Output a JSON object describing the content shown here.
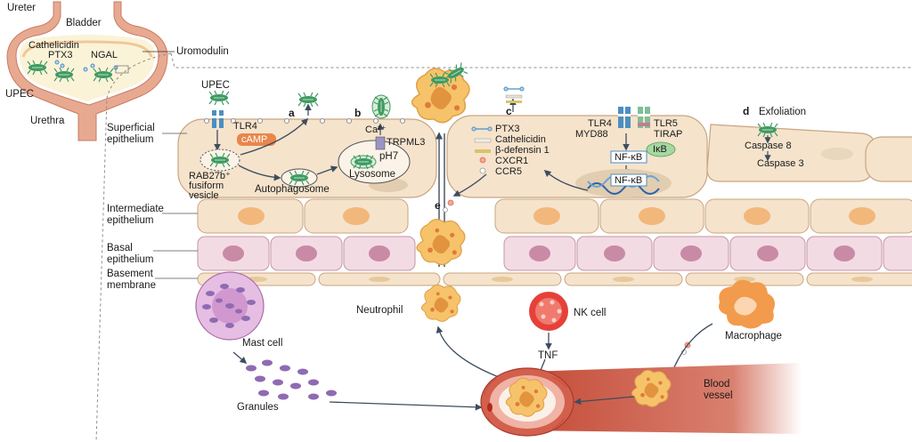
{
  "bladder": {
    "ureter": "Ureter",
    "bladder": "Bladder",
    "cathelicidin": "Cathelicidin",
    "ptx3": "PTX3",
    "ngal": "NGAL",
    "uromodulin": "Uromodulin",
    "upec": "UPEC",
    "urethra": "Urethra"
  },
  "layers": {
    "superficial": [
      "Superficial",
      "epithelium"
    ],
    "intermediate": [
      "Intermediate",
      "epithelium"
    ],
    "basal": [
      "Basal",
      "epithelium"
    ],
    "basement": [
      "Basement",
      "membrane"
    ]
  },
  "panel_a": {
    "letter": "a",
    "upec": "UPEC",
    "tlr4": "TLR4",
    "camp": "cAMP",
    "rab27b": [
      "RAB27b⁺",
      "fusiform",
      "vesicle"
    ],
    "autophagosome": "Autophagosome"
  },
  "panel_b": {
    "letter": "b",
    "calcium": "Ca²⁺",
    "trpml3": "TRPML3",
    "ph": "pH7",
    "lysosome": "Lysosome"
  },
  "panel_c": {
    "letter": "c",
    "items": [
      "PTX3",
      "Cathelicidin",
      "β-defensin 1",
      "CXCR1",
      "CCR5"
    ],
    "tlr4": "TLR4",
    "myd88": "MYD88",
    "tlr5": "TLR5",
    "tirap": "TIRAP",
    "ikb": "IκB",
    "nfkb_top": "NF-κB",
    "nfkb_bottom": "NF-κB"
  },
  "panel_d": {
    "letter": "d",
    "title": "Exfoliation",
    "caspase8": "Caspase 8",
    "caspase3": "Caspase 3"
  },
  "panel_e": {
    "letter": "e"
  },
  "immune": {
    "mast_cell": "Mast cell",
    "granules": "Granules",
    "neutrophil": "Neutrophil",
    "nk_cell": "NK cell",
    "tnf": "TNF",
    "macrophage": "Macrophage",
    "blood_vessel": [
      "Blood",
      "vessel"
    ]
  },
  "colors": {
    "bladder_wall": "#e8a991",
    "cell_fill": "#f5e3cc",
    "intermediate_nucleus": "#f2b77a",
    "basal_fill": "#f3dbe3",
    "basal_nucleus": "#c98aa6",
    "mast_cell": "#c989c5",
    "nk_cell": "#e5413a",
    "macrophage": "#f39b4c",
    "neutrophil": "#f6c36a",
    "vessel": "#c44b38",
    "bacteria": "#3f9a63",
    "tlr4_blue": "#4a8fc2",
    "tlr5_green": "#7fbf96"
  }
}
